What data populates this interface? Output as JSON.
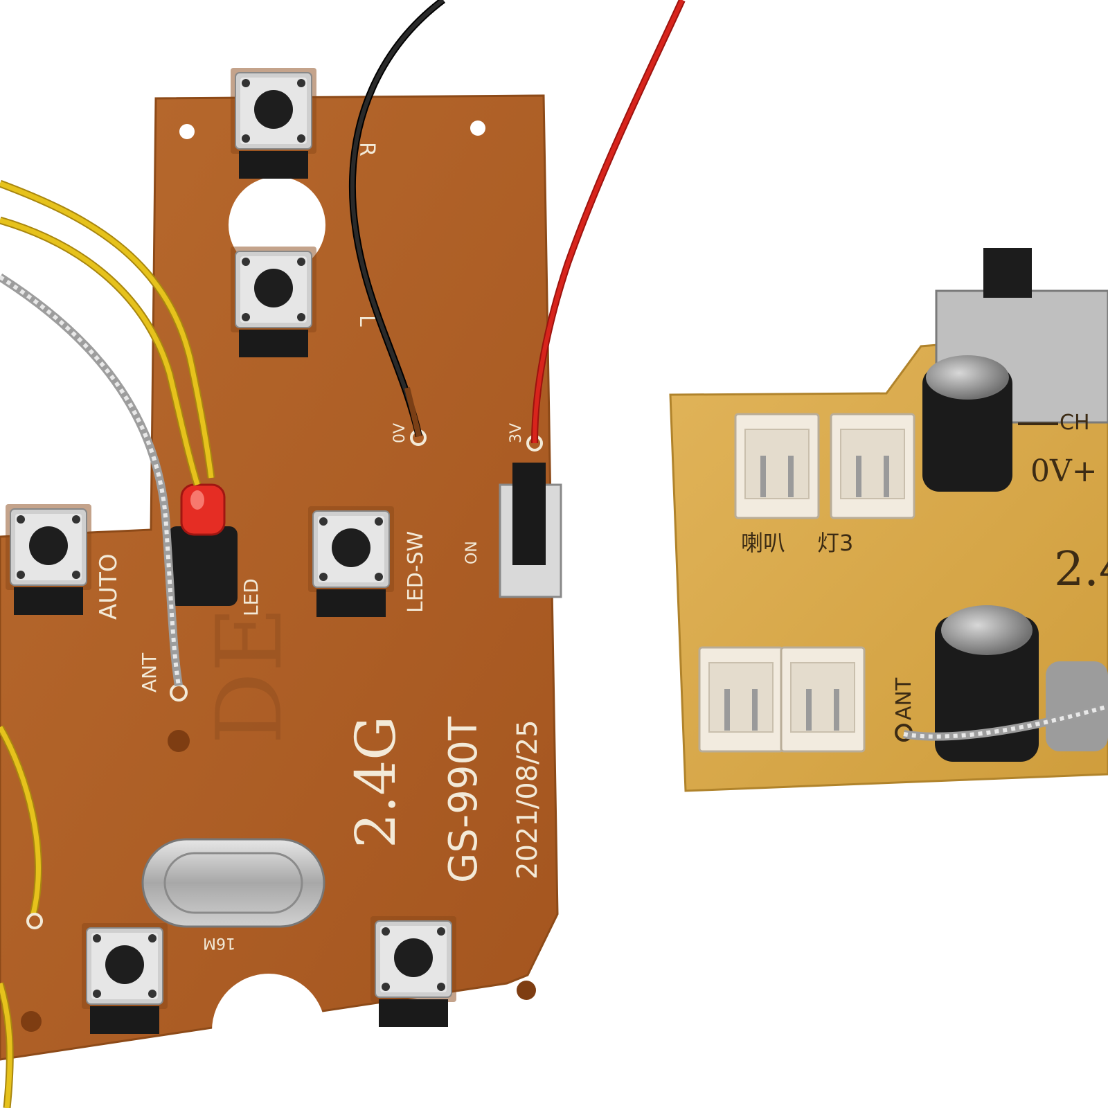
{
  "transmitter": {
    "freq_label": "2.4G",
    "model_label": "GS-990T",
    "date_label": "2021/08/25",
    "crystal_label": "16M",
    "button_labels": {
      "top": "R",
      "second": "L",
      "auto": "AUTO",
      "led_sw": "LED-SW",
      "led": "LED"
    },
    "switch_label": "ON",
    "antenna_label": "ANT",
    "logo_text": "DE",
    "power_pads": [
      "0V",
      "3V"
    ]
  },
  "receiver": {
    "connector_labels": [
      "喇叭",
      "灯3"
    ],
    "voltage_label": "0V+",
    "channel_label": "CH",
    "freq_label_partial": "2.4",
    "antenna_label": "ANT"
  },
  "colors": {
    "transmitter_board": "#b5642a",
    "receiver_board": "#d9a84a",
    "wire_red": "#d8241c",
    "wire_black": "#1c1c1c",
    "wire_yellow": "#e6c21c"
  }
}
